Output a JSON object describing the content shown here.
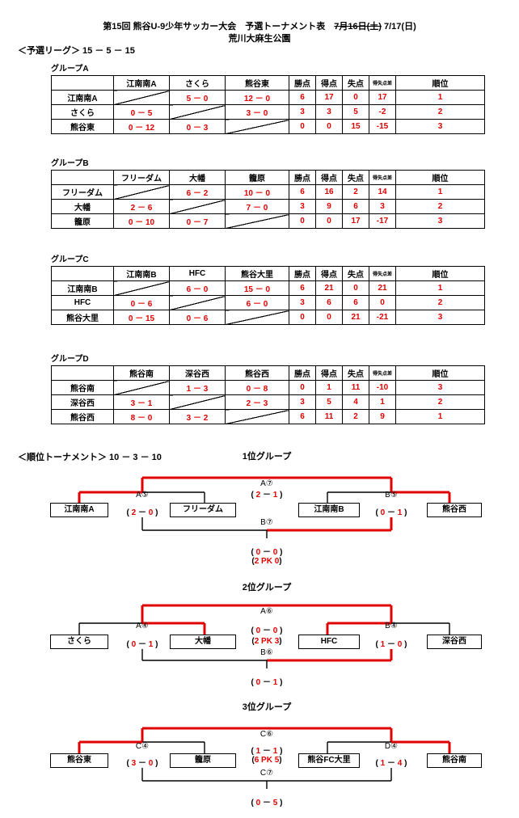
{
  "header": {
    "title_pre": "第15回 熊谷U-9少年サッカー大会　予選トーナメント表　",
    "title_strike": "7月16日(土)",
    "title_post": " 7/17(日)",
    "venue": "荒川大麻生公園"
  },
  "league_section": {
    "label": "＜予選リーグ＞ 15 － 5 － 15"
  },
  "league_columns": [
    "勝点",
    "得点",
    "失点",
    "得失点差",
    "順位"
  ],
  "groups": [
    {
      "label": "グループA",
      "teams": [
        "江南南A",
        "さくら",
        "熊谷東"
      ],
      "rows": [
        {
          "team": "江南南A",
          "results": [
            "",
            "5 － 0",
            "12 － 0"
          ],
          "stats": [
            "6",
            "17",
            "0",
            "17",
            "1"
          ]
        },
        {
          "team": "さくら",
          "results": [
            "0 － 5",
            "",
            "3 － 0"
          ],
          "stats": [
            "3",
            "3",
            "5",
            "-2",
            "2"
          ]
        },
        {
          "team": "熊谷東",
          "results": [
            "0 － 12",
            "0 － 3",
            ""
          ],
          "stats": [
            "0",
            "0",
            "15",
            "-15",
            "3"
          ]
        }
      ]
    },
    {
      "label": "グループB",
      "teams": [
        "フリーダム",
        "大幡",
        "籠原"
      ],
      "rows": [
        {
          "team": "フリーダム",
          "results": [
            "",
            "6 － 2",
            "10 － 0"
          ],
          "stats": [
            "6",
            "16",
            "2",
            "14",
            "1"
          ]
        },
        {
          "team": "大幡",
          "results": [
            "2 － 6",
            "",
            "7 － 0"
          ],
          "stats": [
            "3",
            "9",
            "6",
            "3",
            "2"
          ]
        },
        {
          "team": "籠原",
          "results": [
            "0 － 10",
            "0 － 7",
            ""
          ],
          "stats": [
            "0",
            "0",
            "17",
            "-17",
            "3"
          ]
        }
      ]
    },
    {
      "label": "グループC",
      "teams": [
        "江南南B",
        "HFC",
        "熊谷大里"
      ],
      "rows": [
        {
          "team": "江南南B",
          "results": [
            "",
            "6 － 0",
            "15 － 0"
          ],
          "stats": [
            "6",
            "21",
            "0",
            "21",
            "1"
          ]
        },
        {
          "team": "HFC",
          "results": [
            "0 － 6",
            "",
            "6 － 0"
          ],
          "stats": [
            "3",
            "6",
            "6",
            "0",
            "2"
          ]
        },
        {
          "team": "熊谷大里",
          "results": [
            "0 － 15",
            "0 － 6",
            ""
          ],
          "stats": [
            "0",
            "0",
            "21",
            "-21",
            "3"
          ]
        }
      ]
    },
    {
      "label": "グループD",
      "teams": [
        "熊谷南",
        "深谷西",
        "熊谷西"
      ],
      "rows": [
        {
          "team": "熊谷南",
          "results": [
            "",
            "1 － 3",
            "0 － 8"
          ],
          "stats": [
            "0",
            "1",
            "11",
            "-10",
            "3"
          ]
        },
        {
          "team": "深谷西",
          "results": [
            "3 － 1",
            "",
            "2 － 3"
          ],
          "stats": [
            "3",
            "5",
            "4",
            "1",
            "2"
          ]
        },
        {
          "team": "熊谷西",
          "results": [
            "8 － 0",
            "3 － 2",
            ""
          ],
          "stats": [
            "6",
            "11",
            "2",
            "9",
            "1"
          ]
        }
      ]
    }
  ],
  "tournament_section": {
    "label": "＜順位トーナメント＞ 10 － 3 － 10"
  },
  "brackets": [
    {
      "title": "1位グループ",
      "top_match": "A⑦",
      "top_score": [
        "2",
        "1"
      ],
      "left_match": "A⑤",
      "left_score": [
        "2",
        "0"
      ],
      "right_match": "B⑤",
      "right_score": [
        "0",
        "1"
      ],
      "bottom_match": "B⑦",
      "bottom_score": [
        "0",
        "0"
      ],
      "pk": [
        "2",
        "0"
      ],
      "teams": [
        "江南南A",
        "フリーダム",
        "江南南B",
        "熊谷西"
      ]
    },
    {
      "title": "2位グループ",
      "top_match": "A⑥",
      "top_score": [
        "0",
        "0"
      ],
      "pk": [
        "2",
        "3"
      ],
      "left_match": "A④",
      "left_score": [
        "0",
        "1"
      ],
      "right_match": "B④",
      "right_score": [
        "1",
        "0"
      ],
      "bottom_match": "B⑥",
      "bottom_score": [
        "0",
        "1"
      ],
      "teams": [
        "さくら",
        "大幡",
        "HFC",
        "深谷西"
      ]
    },
    {
      "title": "3位グループ",
      "top_match": "C⑥",
      "top_score": [
        "1",
        "1"
      ],
      "pk": [
        "6",
        "5"
      ],
      "left_match": "C④",
      "left_score": [
        "3",
        "0"
      ],
      "right_match": "D④",
      "right_score": [
        "1",
        "4"
      ],
      "bottom_match": "C⑦",
      "bottom_score": [
        "0",
        "5"
      ],
      "teams": [
        "熊谷東",
        "籠原",
        "熊谷FC大里",
        "熊谷南"
      ]
    }
  ],
  "labels": {
    "dash": "－",
    "pk": "PK",
    "open": "(",
    "close": ")"
  },
  "colors": {
    "winner_line": "#e00000",
    "score_text": "#e00000",
    "line": "#000000"
  }
}
